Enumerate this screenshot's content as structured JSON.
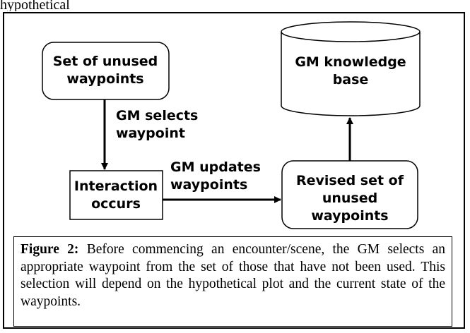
{
  "top_text": "hypothetical",
  "nodes": {
    "unused_waypoints": [
      "Set of unused",
      "waypoints"
    ],
    "knowledge_base": [
      "GM knowledge",
      "base"
    ],
    "interaction": [
      "Interaction",
      "occurs"
    ],
    "revised_set": [
      "Revised set of",
      "unused",
      "waypoints"
    ]
  },
  "edges": {
    "selects": [
      "GM selects",
      "waypoint"
    ],
    "updates": [
      "GM updates",
      "waypoints"
    ]
  },
  "caption": {
    "label": "Figure 2:",
    "text": " Before commencing an encounter/scene, the GM selects an appropriate waypoint from the set of those that have not been used. This selection will depend on the hypothetical plot and the current state of the waypoints."
  }
}
